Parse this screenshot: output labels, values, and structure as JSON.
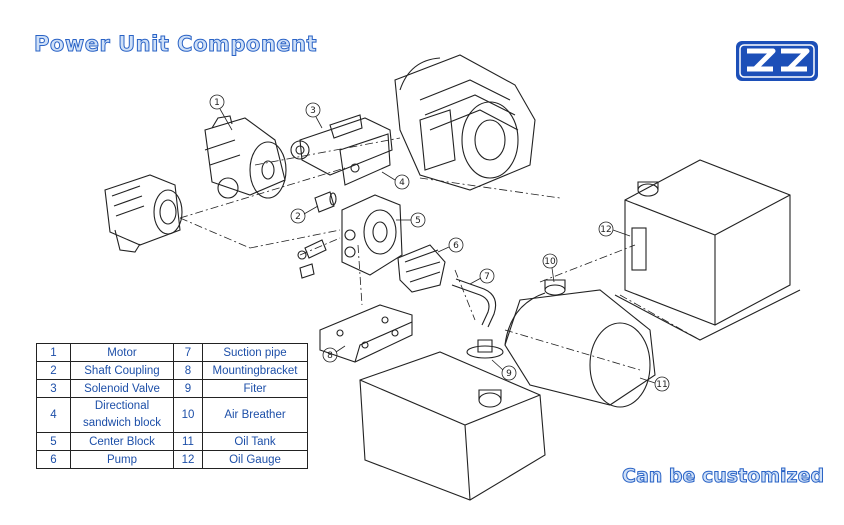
{
  "title": "Power Unit Component",
  "footer_text": "Can be customized",
  "logo": {
    "text": "ZZ",
    "color": "#1c4fb8"
  },
  "callouts": [
    "1",
    "2",
    "3",
    "4",
    "5",
    "6",
    "7",
    "8",
    "9",
    "10",
    "11",
    "12"
  ],
  "parts_table": {
    "rows": [
      {
        "num1": "1",
        "name1": "Motor",
        "num2": "7",
        "name2": "Suction pipe"
      },
      {
        "num1": "2",
        "name1": "Shaft Coupling",
        "num2": "8",
        "name2": "Mountingbracket"
      },
      {
        "num1": "3",
        "name1": "Solenoid Valve",
        "num2": "9",
        "name2": "Fiter"
      },
      {
        "num1": "4",
        "name1": "Directional sandwich block",
        "num2": "10",
        "name2": "Air Breather"
      },
      {
        "num1": "5",
        "name1": "Center Block",
        "num2": "11",
        "name2": "Oil Tank"
      },
      {
        "num1": "6",
        "name1": "Pump",
        "num2": "12",
        "name2": "Oil Gauge"
      }
    ]
  }
}
